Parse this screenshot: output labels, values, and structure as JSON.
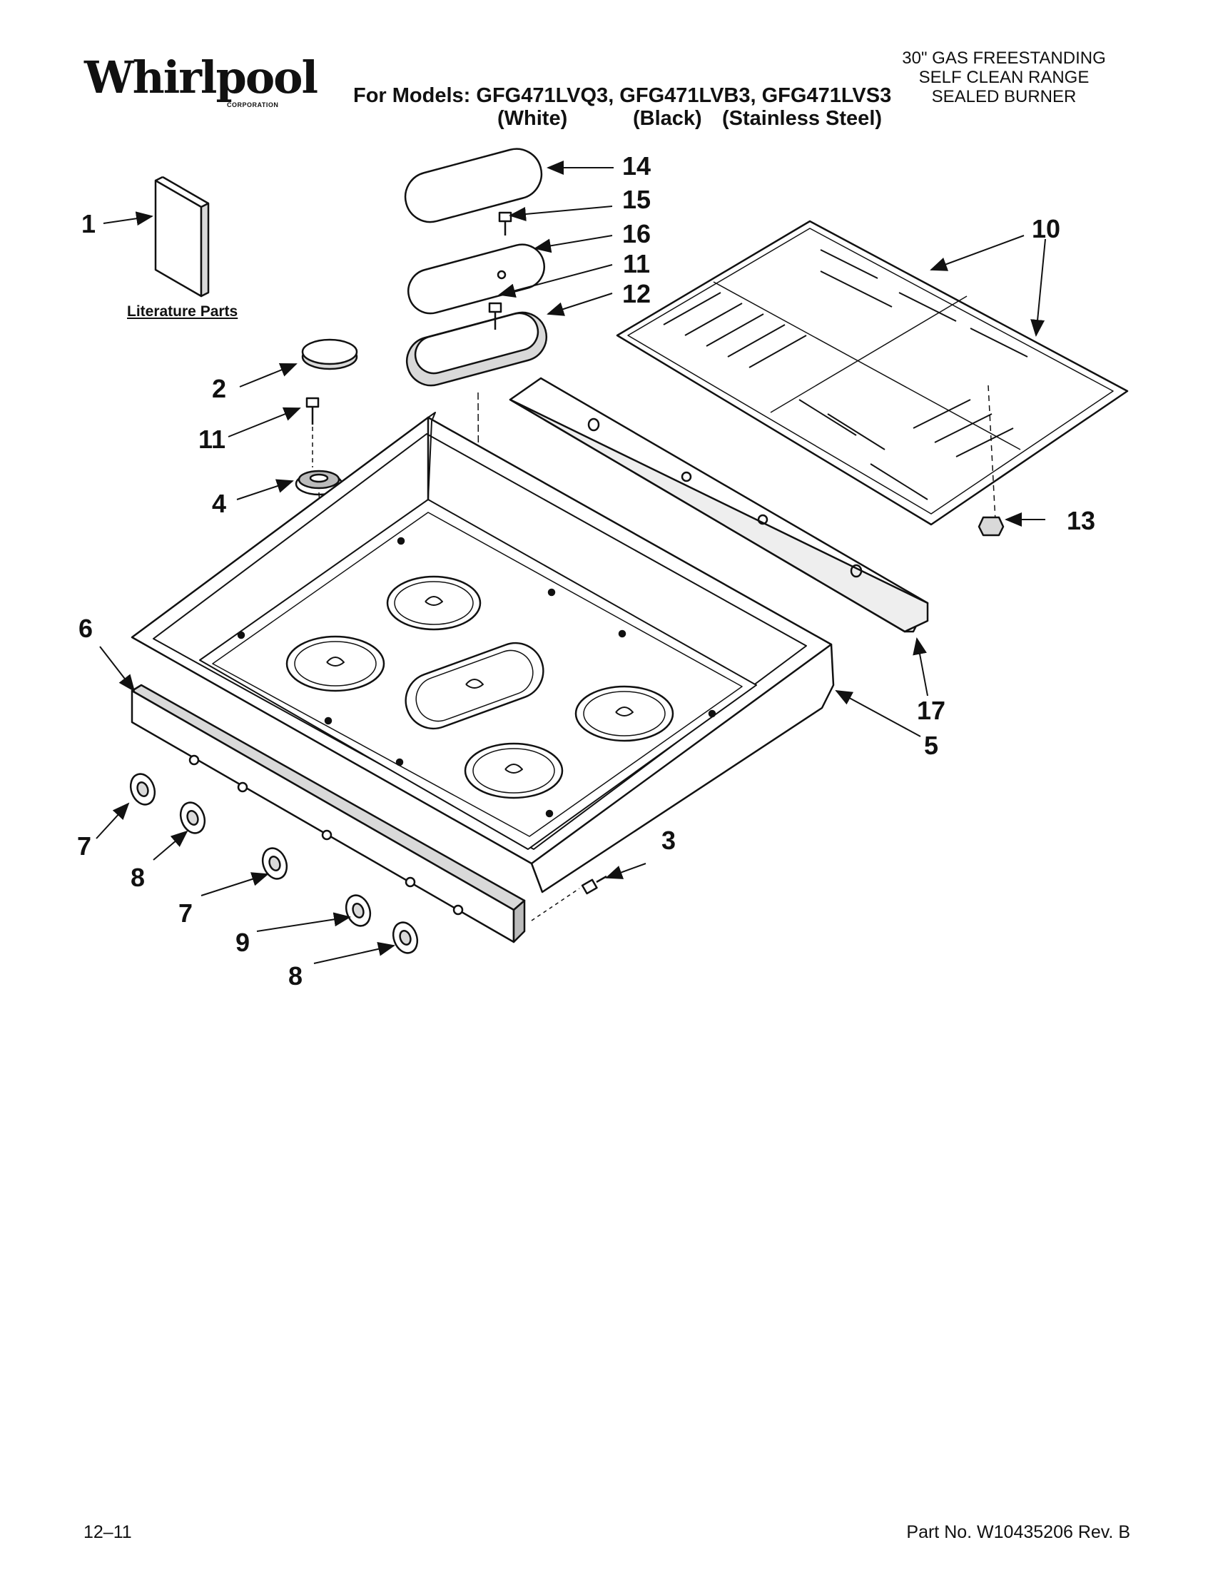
{
  "header": {
    "brand": "Whirlpool",
    "brand_sub": "CORPORATION",
    "models_line": "For Models: GFG471LVQ3, GFG471LVB3, GFG471LVS3",
    "variants": [
      "(White)",
      "(Black)",
      "(Stainless Steel)"
    ],
    "product_desc": [
      "30\" GAS FREESTANDING",
      "SELF CLEAN RANGE",
      "SEALED BURNER"
    ]
  },
  "diagram": {
    "literature_label": "Literature Parts",
    "callouts": [
      "1",
      "2",
      "11",
      "4",
      "14",
      "15",
      "16",
      "11",
      "12",
      "10",
      "13",
      "17",
      "5",
      "6",
      "3",
      "7",
      "8",
      "7",
      "9",
      "8"
    ]
  },
  "footer": {
    "date": "12–11",
    "part_no": "Part No. W10435206 Rev. B"
  },
  "colors": {
    "ink": "#111111",
    "paper": "#ffffff",
    "fill": "#d9d9d9"
  }
}
